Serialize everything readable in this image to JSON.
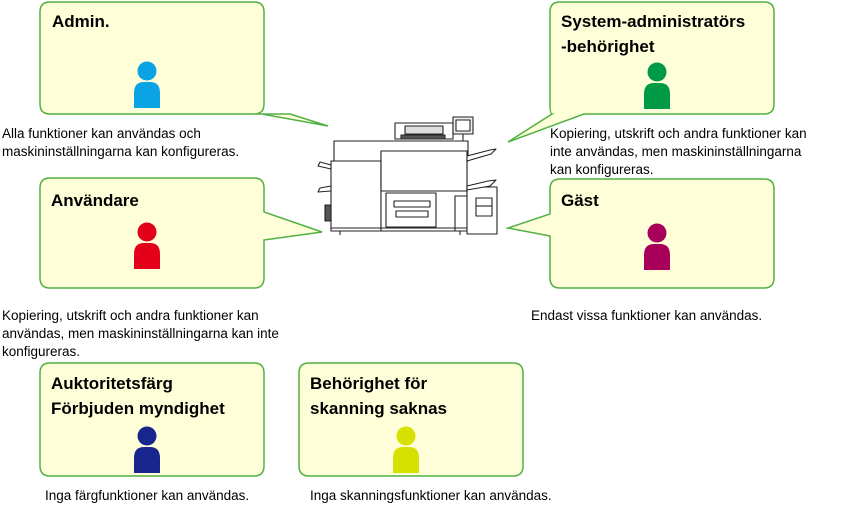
{
  "colors": {
    "bubble_fill": "#feffd8",
    "bubble_border": "#52b043",
    "admin_icon": "#0aa4e4",
    "user_icon": "#e5001a",
    "sysadmin_icon": "#009a46",
    "guest_icon": "#a8005a",
    "color_forbidden_icon": "#17258d",
    "no_scan_icon": "#d7e000"
  },
  "roles": {
    "admin": {
      "title_line1": "Admin.",
      "icon": "person-icon",
      "description_line1": "Alla funktioner kan användas och",
      "description_line2": "maskininställningarna kan konfigureras."
    },
    "user": {
      "title_line1": "Användare",
      "icon": "person-icon",
      "description_line1": "Kopiering, utskrift och andra funktioner kan",
      "description_line2": "användas, men maskininställningarna kan inte",
      "description_line3": "konfigureras."
    },
    "sysadmin": {
      "title_line1": "System-administratörs",
      "title_line2": "-behörighet",
      "icon": "person-icon",
      "description_line1": "Kopiering, utskrift och andra funktioner kan",
      "description_line2": "inte användas, men maskininställningarna",
      "description_line3": "kan konfigureras."
    },
    "guest": {
      "title_line1": "Gäst",
      "icon": "person-icon",
      "description_line1": "Endast vissa funktioner kan användas."
    },
    "color_forbidden": {
      "title_line1": "Auktoritetsfärg",
      "title_line2": "Förbjuden myndighet",
      "icon": "person-icon",
      "description_line1": "Inga färgfunktioner kan användas."
    },
    "no_scan": {
      "title_line1": "Behörighet för",
      "title_line2": "skanning saknas",
      "icon": "person-icon",
      "description_line1": "Inga skanningsfunktioner kan användas."
    }
  },
  "center": {
    "icon": "multifunction-printer-icon"
  }
}
